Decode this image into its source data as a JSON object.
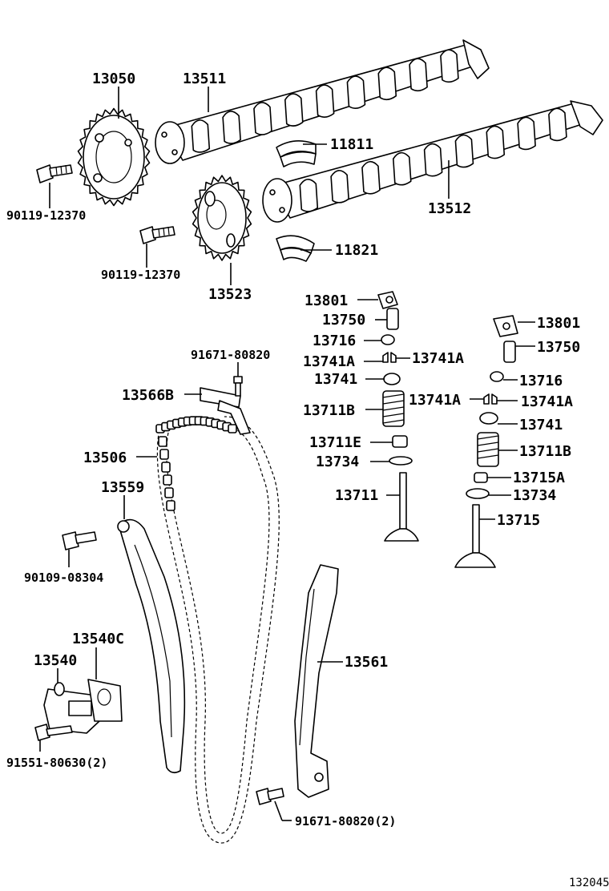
{
  "diagram_id": "132045",
  "callouts": [
    {
      "id": "c1",
      "text": "13050"
    },
    {
      "id": "c2",
      "text": "13511"
    },
    {
      "id": "c3",
      "text": "11811"
    },
    {
      "id": "c4",
      "text": "90119-12370"
    },
    {
      "id": "c5",
      "text": "13512"
    },
    {
      "id": "c6",
      "text": "90119-12370"
    },
    {
      "id": "c7",
      "text": "11821"
    },
    {
      "id": "c8",
      "text": "13523"
    },
    {
      "id": "c9",
      "text": "13801"
    },
    {
      "id": "c10",
      "text": "13750"
    },
    {
      "id": "c11",
      "text": "13716"
    },
    {
      "id": "c12",
      "text": "13741A"
    },
    {
      "id": "c13",
      "text": "13741A"
    },
    {
      "id": "c14",
      "text": "13741"
    },
    {
      "id": "c15",
      "text": "13711B"
    },
    {
      "id": "c16",
      "text": "13711E"
    },
    {
      "id": "c17",
      "text": "13734"
    },
    {
      "id": "c18",
      "text": "13711"
    },
    {
      "id": "c19",
      "text": "13801"
    },
    {
      "id": "c20",
      "text": "13750"
    },
    {
      "id": "c21",
      "text": "13716"
    },
    {
      "id": "c22",
      "text": "13741A"
    },
    {
      "id": "c23",
      "text": "13741A"
    },
    {
      "id": "c24",
      "text": "13741"
    },
    {
      "id": "c25",
      "text": "13711B"
    },
    {
      "id": "c26",
      "text": "13715A"
    },
    {
      "id": "c27",
      "text": "13734"
    },
    {
      "id": "c28",
      "text": "13715"
    },
    {
      "id": "c29",
      "text": "91671-80820"
    },
    {
      "id": "c30",
      "text": "13566B"
    },
    {
      "id": "c31",
      "text": "13506"
    },
    {
      "id": "c32",
      "text": "13559"
    },
    {
      "id": "c33",
      "text": "90109-08304"
    },
    {
      "id": "c34",
      "text": "13540C"
    },
    {
      "id": "c35",
      "text": "13540"
    },
    {
      "id": "c36",
      "text": "91551-80630(2)"
    },
    {
      "id": "c37",
      "text": "13561"
    },
    {
      "id": "c38",
      "text": "91671-80820(2)"
    }
  ]
}
